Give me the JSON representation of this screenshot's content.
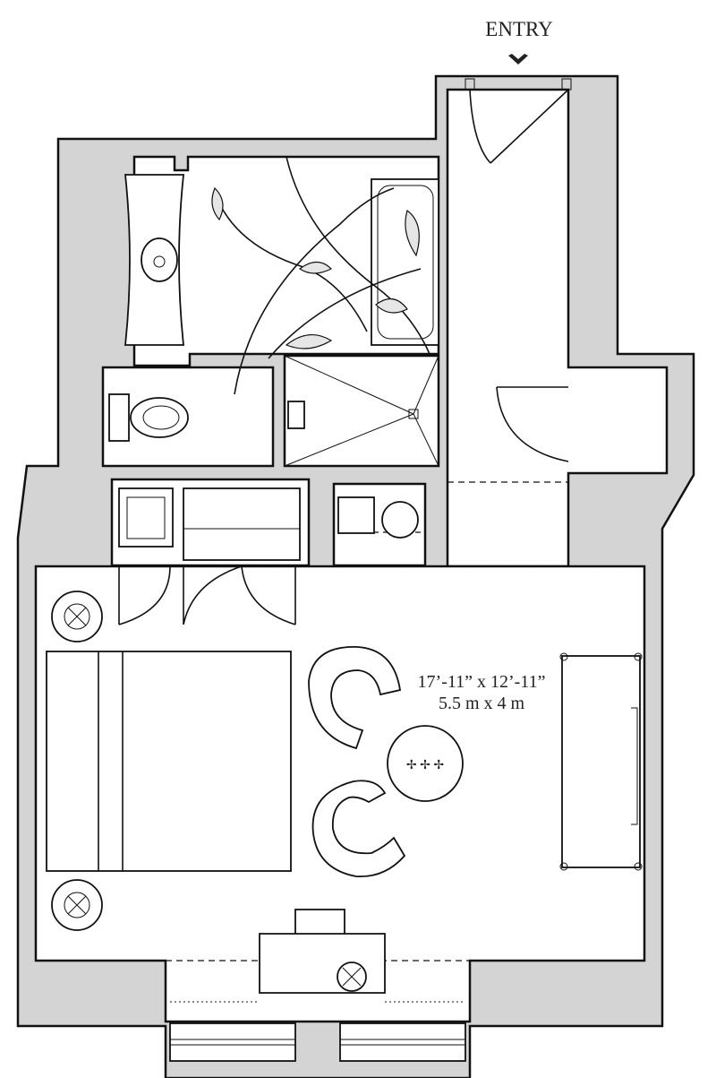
{
  "plan": {
    "entry_label": "ENTRY",
    "entry_marker_icon": "chevron-down-icon",
    "room_dimensions_imperial": "17’-11” x 12’-11”",
    "room_dimensions_metric": "5.5 m x 4 m"
  },
  "colors": {
    "wall_fill": "#d4d4d4",
    "line": "#111111",
    "floor": "#ffffff"
  }
}
